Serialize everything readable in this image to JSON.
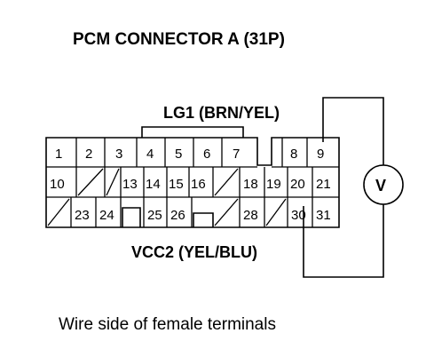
{
  "title": "PCM CONNECTOR A (31P)",
  "lg1_label": "LG1 (BRN/YEL)",
  "vcc2_label": "VCC2 (YEL/BLU)",
  "caption": "Wire side of female terminals",
  "meter_symbol": "V",
  "rows": [
    [
      "1",
      "2",
      "3",
      "4",
      "5",
      "6",
      "7",
      "",
      "8",
      "9"
    ],
    [
      "10",
      "",
      "",
      "13",
      "14",
      "15",
      "16",
      "",
      "18",
      "19",
      "20",
      "21"
    ],
    [
      "",
      "23",
      "24",
      "",
      "25",
      "26",
      "",
      "",
      "28",
      "",
      "30",
      "31"
    ]
  ]
}
